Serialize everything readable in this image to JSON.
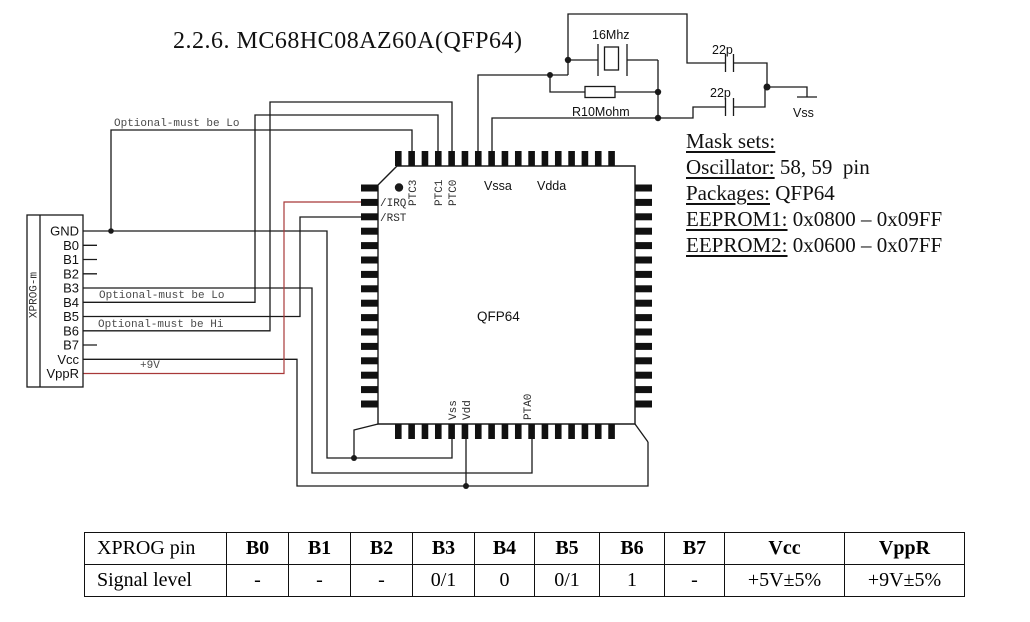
{
  "title": "2.2.6. MC68HC08AZ60A(QFP64)",
  "info": {
    "mask_sets_label": "Mask sets:",
    "oscillator_label": "Oscillator:",
    "oscillator_value": "58, 59  pin",
    "packages_label": "Packages:",
    "packages_value": "QFP64",
    "eeprom1_label": "EEPROM1:",
    "eeprom1_value": "0x0800 – 0x09FF",
    "eeprom2_label": "EEPROM2:",
    "eeprom2_value": "0x0600 – 0x07FF"
  },
  "connector": {
    "name": "XPROG-m",
    "pins": [
      "GND",
      "B0",
      "B1",
      "B2",
      "B3",
      "B4",
      "B5",
      "B6",
      "B7",
      "Vcc",
      "VppR"
    ]
  },
  "chip": {
    "package_label": "QFP64",
    "inner_labels": [
      "Vssa",
      "Vdda"
    ],
    "top_pin_labels": [
      "PTC3",
      "PTC1",
      "PTC0"
    ],
    "left_pin_labels": [
      "/IRQ",
      "/RST"
    ],
    "bottom_pin_labels": [
      "Vss",
      "Vdd",
      "PTA0"
    ]
  },
  "annotations": {
    "optional_lo_top": "Optional-must be Lo",
    "optional_lo_b4": "Optional-must be Lo",
    "optional_hi_b6": "Optional-must be Hi",
    "vpp_voltage": "+9V"
  },
  "oscillator": {
    "crystal_label": "16Mhz",
    "resistor_label": "R10Mohm",
    "cap_top_label": "22p",
    "cap_bottom_label": "22p",
    "ground_label": "Vss"
  },
  "table": {
    "headers": [
      "XPROG pin",
      "B0",
      "B1",
      "B2",
      "B3",
      "B4",
      "B5",
      "B6",
      "B7",
      "Vcc",
      "VppR"
    ],
    "signal_row": [
      "Signal level",
      "-",
      "-",
      "-",
      "0/1",
      "0",
      "0/1",
      "1",
      "-",
      "+5V±5%",
      "+9V±5%"
    ]
  },
  "colors": {
    "wire": "#1a1a1a",
    "vpp_wire": "#a83838",
    "annotation_gray": "#4a4a4a"
  }
}
